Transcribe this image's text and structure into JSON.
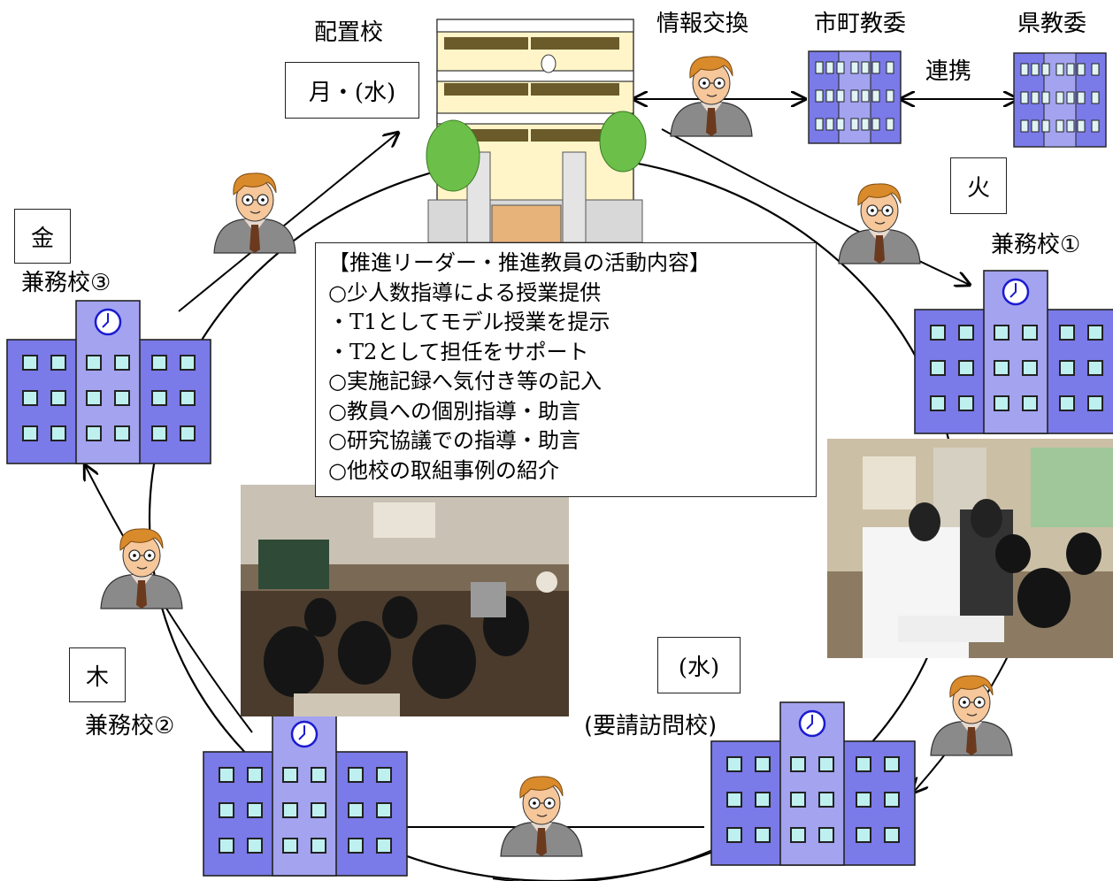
{
  "labels": {
    "main_school": "配置校",
    "info_exchange": "情報交換",
    "city_board": "市町教委",
    "prefecture_board": "県教委",
    "cooperation": "連携",
    "school_1": "兼務校①",
    "school_2": "兼務校②",
    "school_3": "兼務校③",
    "request_school": "(要請訪問校)"
  },
  "days": {
    "mon_wed": "月・(水)",
    "tue": "火",
    "wed": "(水)",
    "thu": "木",
    "fri": "金"
  },
  "activities": {
    "title": "【推進リーダー・推進教員の活動内容】",
    "items": [
      " ○少人数指導による授業提供",
      "   ・T1としてモデル授業を提示",
      "   ・T2として担任をサポート",
      " ○実施記録へ気付き等の記入",
      " ○教員への個別指導・助言",
      " ○研究協議での指導・助言",
      " ○他校の取組事例の紹介"
    ]
  },
  "colors": {
    "building": "#7a7ae8",
    "building_center": "#a3a3f0",
    "window": "#bff0f0",
    "main_school": "#fff5c8"
  }
}
